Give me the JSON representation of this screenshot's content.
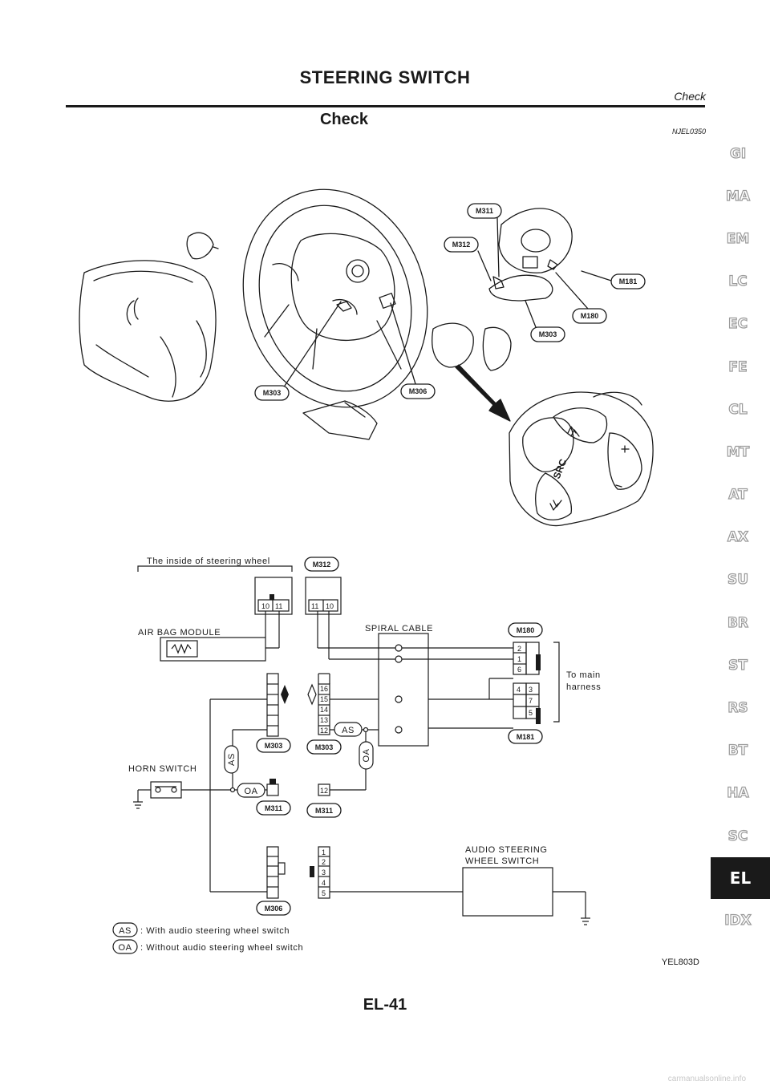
{
  "header": {
    "title": "STEERING SWITCH",
    "subtitle": "Check"
  },
  "section": {
    "title": "Check",
    "ref": "NJEL0350"
  },
  "side_tabs": [
    "GI",
    "MA",
    "EM",
    "LC",
    "EC",
    "FE",
    "CL",
    "MT",
    "AT",
    "AX",
    "SU",
    "BR",
    "ST",
    "RS",
    "BT",
    "HA",
    "SC",
    "EL",
    "IDX"
  ],
  "active_tab": "EL",
  "figure": {
    "code": "YEL803D",
    "src_label": "SRC",
    "connectors": {
      "m311": "M311",
      "m312": "M312",
      "m181": "M181",
      "m180": "M180",
      "m303": "M303",
      "m306": "M306"
    },
    "labels": {
      "inside_wheel": "The inside of steering wheel",
      "air_bag_module": "AIR BAG MODULE",
      "spiral_cable": "SPIRAL CABLE",
      "to_main": "To main",
      "harness": "harness",
      "horn_switch": "HORN SWITCH",
      "audio_switch_1": "AUDIO STEERING",
      "audio_switch_2": "WHEEL SWITCH",
      "as": "AS",
      "oa": "OA"
    },
    "legend": [
      {
        "code": "AS",
        "text": ": With audio steering wheel switch"
      },
      {
        "code": "OA",
        "text": ": Without audio steering wheel switch"
      }
    ]
  },
  "page_number": "EL-41",
  "watermark": "carmanualsonline.info"
}
